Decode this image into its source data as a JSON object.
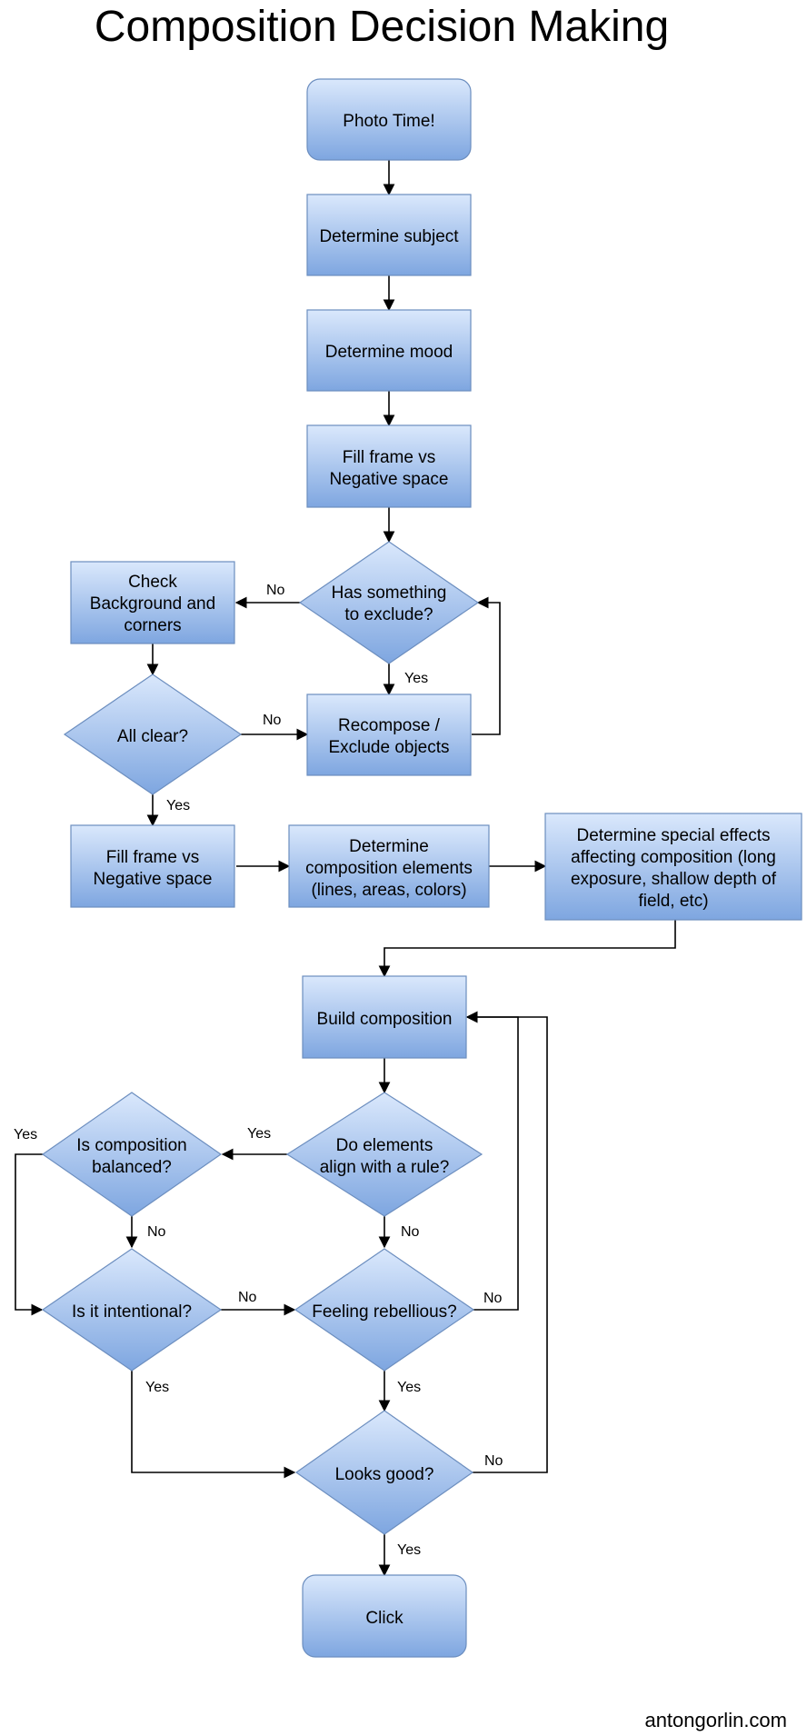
{
  "title": "Composition Decision Making",
  "footer": "antongorlin.com",
  "nodes": {
    "photo_time": [
      "Photo Time!"
    ],
    "determine_subject": [
      "Determine subject"
    ],
    "determine_mood": [
      "Determine mood"
    ],
    "fill_frame_1": [
      "Fill frame vs",
      "Negative space"
    ],
    "has_something": [
      "Has something",
      "to exclude?"
    ],
    "check_background": [
      "Check",
      "Background and",
      "corners"
    ],
    "recompose": [
      "Recompose /",
      "Exclude objects"
    ],
    "all_clear": [
      "All clear?"
    ],
    "fill_frame_2": [
      "Fill frame vs",
      "Negative space"
    ],
    "composition_elements": [
      "Determine",
      "composition elements",
      "(lines, areas, colors)"
    ],
    "special_effects": [
      "Determine special effects",
      "affecting composition (long",
      "exposure, shallow depth of",
      "field, etc)"
    ],
    "build_composition": [
      "Build composition"
    ],
    "do_elements_align": [
      "Do elements",
      "align with a rule?"
    ],
    "is_balanced": [
      "Is composition",
      "balanced?"
    ],
    "is_intentional": [
      "Is it intentional?"
    ],
    "feeling_rebellious": [
      "Feeling rebellious?"
    ],
    "looks_good": [
      "Looks good?"
    ],
    "click": [
      "Click"
    ]
  },
  "edge_labels": {
    "has_something_no": "No",
    "has_something_yes": "Yes",
    "all_clear_no": "No",
    "all_clear_yes": "Yes",
    "align_yes": "Yes",
    "align_no": "No",
    "balanced_yes": "Yes",
    "balanced_no": "No",
    "intentional_no": "No",
    "intentional_yes": "Yes",
    "rebellious_no": "No",
    "rebellious_yes": "Yes",
    "looks_good_no": "No",
    "looks_good_yes": "Yes"
  },
  "colors": {
    "box_top": "#dae8fc",
    "box_bottom": "#7ea6e0",
    "box_stroke": "#6c8ebf",
    "edge": "#000000"
  }
}
